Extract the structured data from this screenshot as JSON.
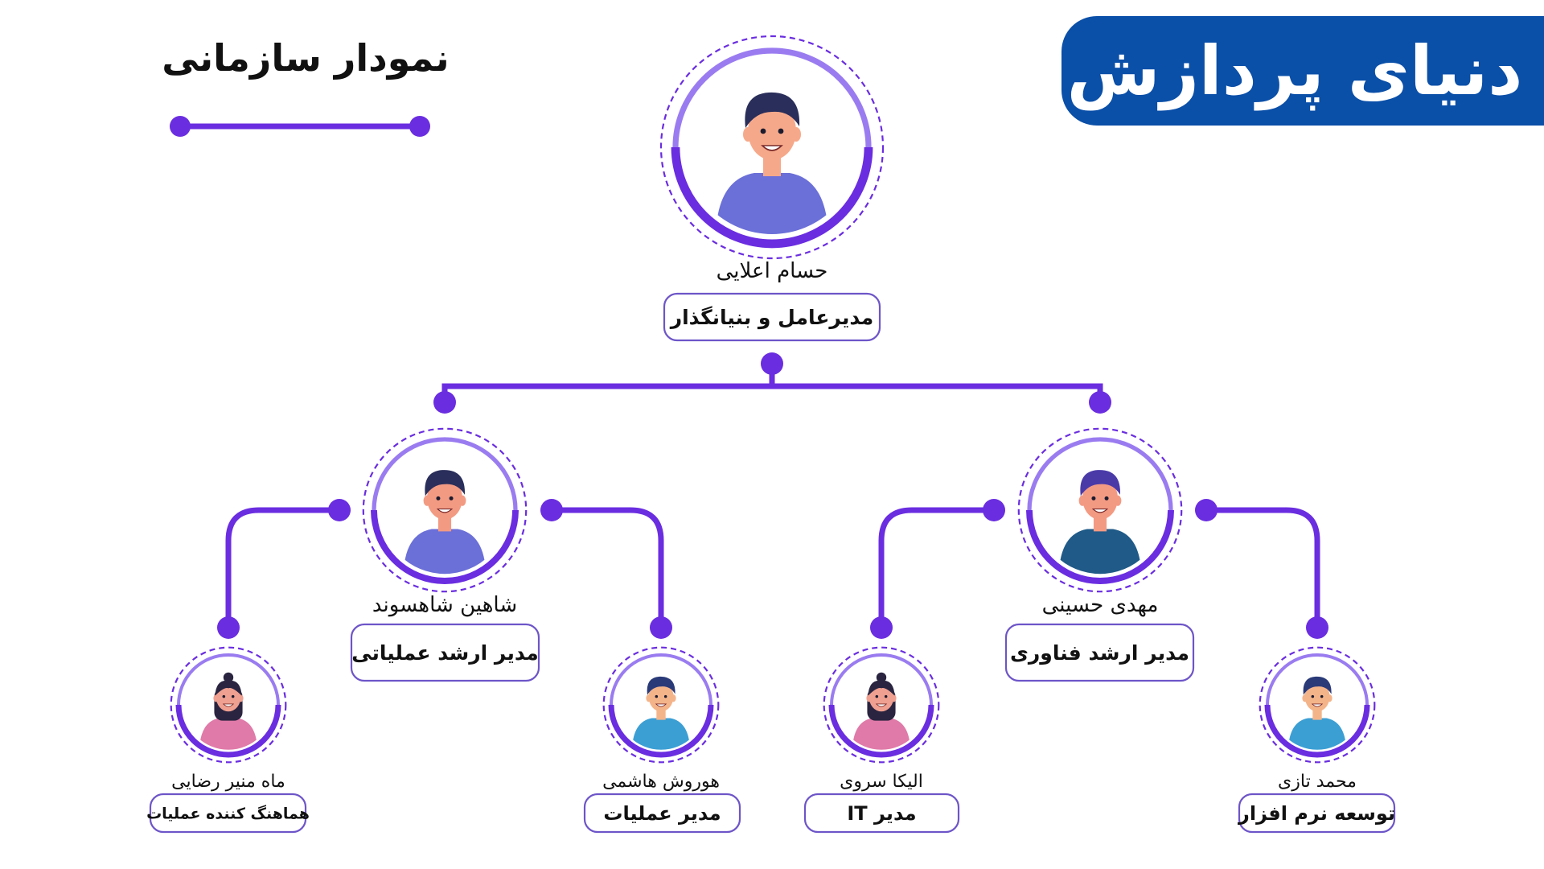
{
  "brand": {
    "title": "دنیای پردازش",
    "color": "#0a4fa8"
  },
  "heading": {
    "title": "نمودار سازمانی"
  },
  "colors": {
    "accent": "#6a2de0",
    "accent_light": "#9a7cf0",
    "box_border": "#6d55c8"
  },
  "people": [
    {
      "id": "ceo",
      "name": "حسام اعلایی",
      "role": "مدیرعامل و بنیانگذار",
      "avatar": "male-avatar-icon",
      "shirt": "#6b6fd8",
      "skin": "#f6a98a",
      "hair": "#2a2e5a"
    },
    {
      "id": "cto",
      "name": "مهدی حسینی",
      "role": "مدیر ارشد فناوری",
      "avatar": "male-avatar-icon",
      "shirt": "#1f5a88",
      "skin": "#f39a83",
      "hair": "#4a3aa8"
    },
    {
      "id": "coo",
      "name": "شاهین شاهسوند",
      "role": "مدیر ارشد عملیاتی",
      "avatar": "male-avatar-icon",
      "shirt": "#6b6fd8",
      "skin": "#f39a83",
      "hair": "#2a2e5a"
    },
    {
      "id": "dev",
      "name": "محمد تازی",
      "role": "توسعه نرم افزار",
      "avatar": "male-avatar-icon",
      "shirt": "#3b9fd4",
      "skin": "#f4b48a",
      "hair": "#2a3a78"
    },
    {
      "id": "it",
      "name": "الیکا سروی",
      "role": "مدیر IT",
      "avatar": "female-avatar-icon",
      "shirt": "#e07aa8",
      "skin": "#f0a090",
      "hair": "#2a2440"
    },
    {
      "id": "ops",
      "name": "هوروش هاشمی",
      "role": "مدیر عملیات",
      "avatar": "male-avatar-icon",
      "shirt": "#3b9fd4",
      "skin": "#f4b48a",
      "hair": "#2a3a78"
    },
    {
      "id": "coord",
      "name": "ماه منیر رضایی",
      "role": "هماهنگ کننده عملیات",
      "avatar": "female-avatar-icon",
      "shirt": "#e07aa8",
      "skin": "#f0a090",
      "hair": "#2a2440"
    }
  ]
}
